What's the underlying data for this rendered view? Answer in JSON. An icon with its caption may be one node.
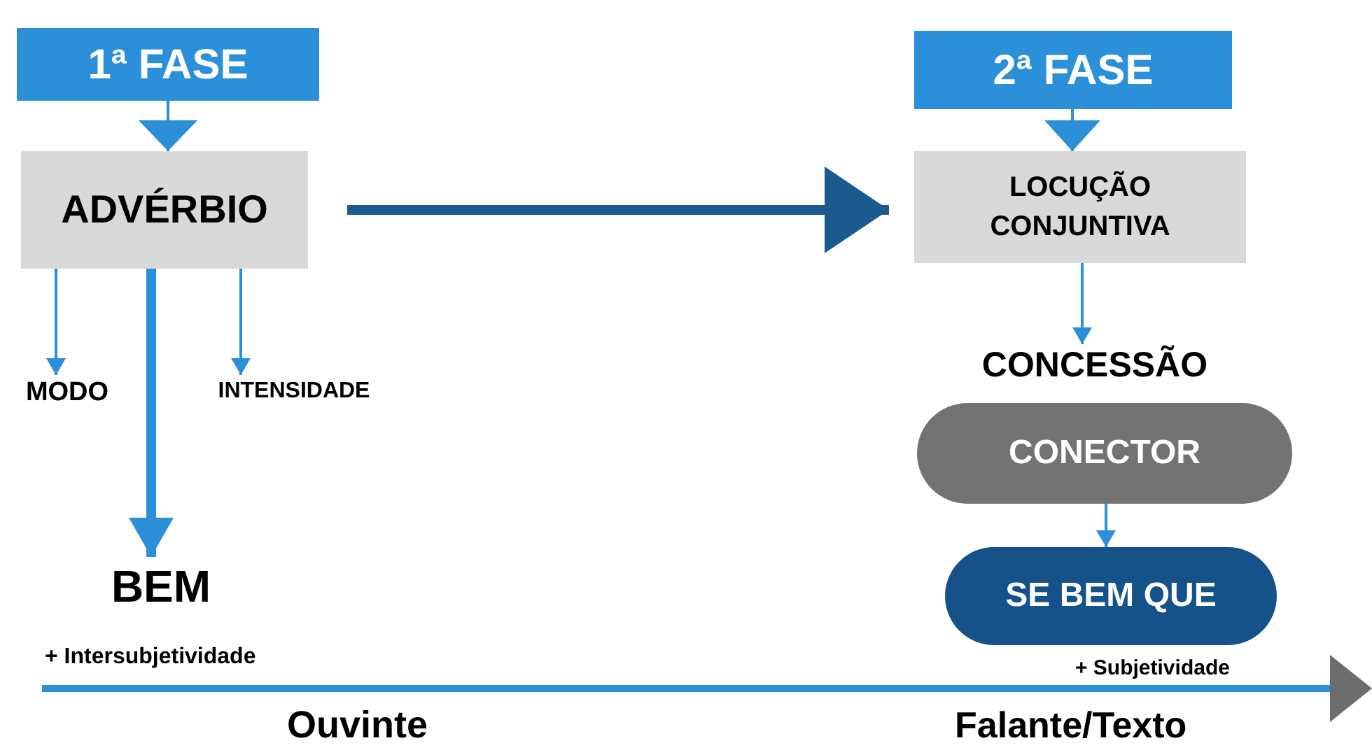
{
  "diagram": {
    "nodes": [
      {
        "text": [
          "1ª FASE"
        ]
      },
      {
        "text": [
          "ADVÉRBIO"
        ]
      },
      {
        "text": [
          "MODO"
        ]
      },
      {
        "text": [
          "INTENSIDADE"
        ]
      },
      {
        "text": [
          "BEM"
        ]
      },
      {
        "text": [
          "2ª FASE"
        ]
      },
      {
        "text": [
          "LOCUÇÃO CONJUNTIVA"
        ]
      },
      {
        "text": [
          "CONCESSÃO"
        ]
      },
      {
        "text": [
          "CONECTOR"
        ]
      },
      {
        "text": [
          "SE BEM QUE"
        ]
      }
    ],
    "edges": [
      {
        "from": 0,
        "to": 1,
        "arrow": "to"
      },
      {
        "from": 1,
        "to": 2,
        "arrow": "to"
      },
      {
        "from": 1,
        "to": 3,
        "arrow": "to"
      },
      {
        "from": 1,
        "to": 4,
        "arrow": "to",
        "style": "thick"
      },
      {
        "from": 1,
        "to": 6,
        "arrow": "to",
        "style": "thick",
        "color": "#1a5a8f"
      },
      {
        "from": 5,
        "to": 6,
        "arrow": "to"
      },
      {
        "from": 6,
        "to": 7,
        "arrow": "to"
      },
      {
        "from": 8,
        "to": 9,
        "arrow": "to"
      }
    ],
    "labels": [
      "+ Intersubjetividade",
      "+ Subjetividade",
      "Ouvinte",
      "Falante/Texto"
    ]
  }
}
